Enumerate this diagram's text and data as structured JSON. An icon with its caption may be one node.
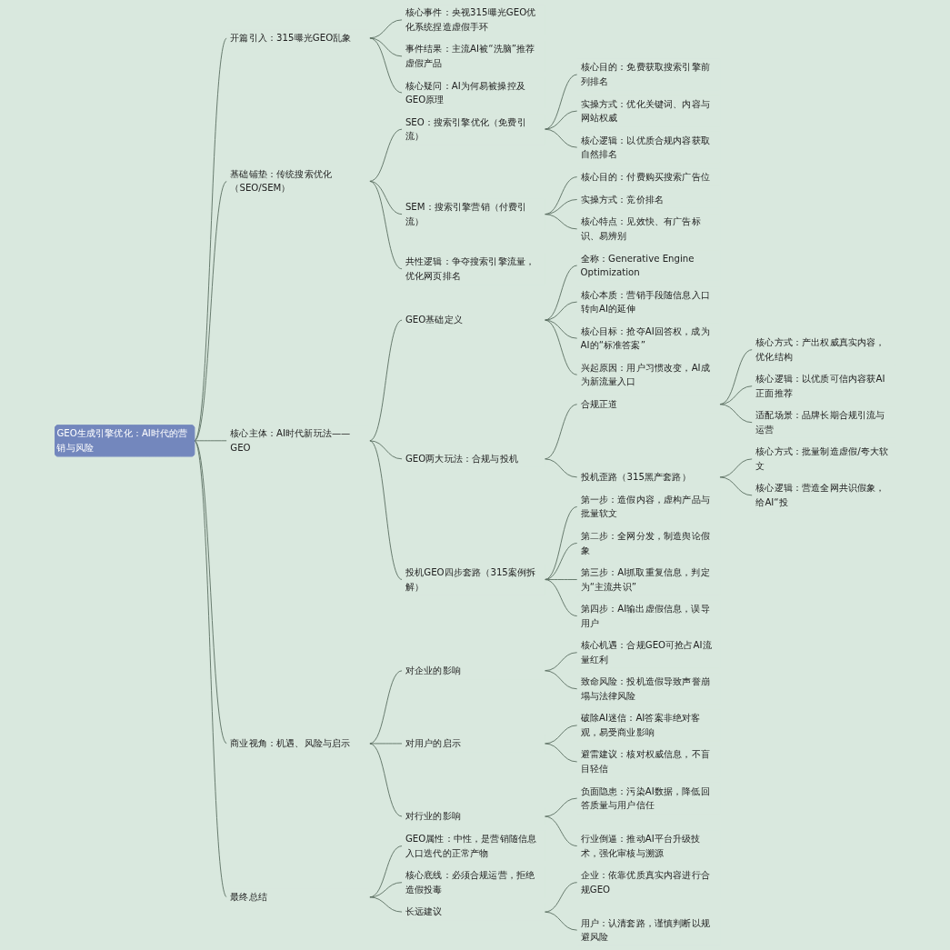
{
  "diagram": {
    "nodes": [
      {
        "text": [
          "GEO生成引擎优化：AI时代的营销与风险"
        ]
      },
      {
        "text": [
          "开篇引入：315曝光GEO乱象"
        ]
      },
      {
        "text": [
          "核心事件：央视315曝光GEO优化系统捏造虚假手环"
        ]
      },
      {
        "text": [
          "事件结果：主流AI被“洗脑”推荐虚假产品"
        ]
      },
      {
        "text": [
          "核心疑问：AI为何易被操控及GEO原理"
        ]
      },
      {
        "text": [
          "基础铺垫：传统搜索优化（SEO/SEM）"
        ]
      },
      {
        "text": [
          "SEO：搜索引擎优化（免费引流）"
        ]
      },
      {
        "text": [
          "核心目的：免费获取搜索引擎前列排名"
        ]
      },
      {
        "text": [
          "实操方式：优化关键词、内容与网站权威"
        ]
      },
      {
        "text": [
          "核心逻辑：以优质合规内容获取自然排名"
        ]
      },
      {
        "text": [
          "SEM：搜索引擎营销（付费引流）"
        ]
      },
      {
        "text": [
          "核心目的：付费购买搜索广告位"
        ]
      },
      {
        "text": [
          "实操方式：竞价排名"
        ]
      },
      {
        "text": [
          "核心特点：见效快、有广告标识、易辨别"
        ]
      },
      {
        "text": [
          "共性逻辑：争夺搜索引擎流量，优化网页排名"
        ]
      },
      {
        "text": [
          "核心主体：AI时代新玩法——GEO"
        ]
      },
      {
        "text": [
          "GEO基础定义"
        ]
      },
      {
        "text": [
          "全称：Generative Engine Optimization"
        ]
      },
      {
        "text": [
          "核心本质：营销手段随信息入口转向AI的延伸"
        ]
      },
      {
        "text": [
          "核心目标：抢夺AI回答权，成为AI的“标准答案”"
        ]
      },
      {
        "text": [
          "兴起原因：用户习惯改变，AI成为新流量入口"
        ]
      },
      {
        "text": [
          "GEO两大玩法：合规与投机"
        ]
      },
      {
        "text": [
          "合规正道"
        ]
      },
      {
        "text": [
          "核心方式：产出权威真实内容，优化结构"
        ]
      },
      {
        "text": [
          "核心逻辑：以优质可信内容获AI正面推荐"
        ]
      },
      {
        "text": [
          "适配场景：品牌长期合规引流与运营"
        ]
      },
      {
        "text": [
          "投机歪路（315黑产套路）"
        ]
      },
      {
        "text": [
          "核心方式：批量制造虚假/夸大软文"
        ]
      },
      {
        "text": [
          "核心逻辑：营造全网共识假象，给AI“投"
        ]
      },
      {
        "text": [
          "投机GEO四步套路（315案例拆解）"
        ]
      },
      {
        "text": [
          "第一步：造假内容，虚构产品与批量软文"
        ]
      },
      {
        "text": [
          "第二步：全网分发，制造舆论假象"
        ]
      },
      {
        "text": [
          "第三步：AI抓取重复信息，判定为“主流共识”"
        ]
      },
      {
        "text": [
          "第四步：AI输出虚假信息，误导用户"
        ]
      },
      {
        "text": [
          "商业视角：机遇、风险与启示"
        ]
      },
      {
        "text": [
          "对企业的影响"
        ]
      },
      {
        "text": [
          "核心机遇：合规GEO可抢占AI流量红利"
        ]
      },
      {
        "text": [
          "致命风险：投机造假导致声誉崩塌与法律风险"
        ]
      },
      {
        "text": [
          "对用户的启示"
        ]
      },
      {
        "text": [
          "破除AI迷信：AI答案非绝对客观，易受商业影响"
        ]
      },
      {
        "text": [
          "避雷建议：核对权威信息，不盲目轻信"
        ]
      },
      {
        "text": [
          "对行业的影响"
        ]
      },
      {
        "text": [
          "负面隐患：污染AI数据，降低回答质量与用户信任"
        ]
      },
      {
        "text": [
          "行业倒逼：推动AI平台升级技术，强化审核与溯源"
        ]
      },
      {
        "text": [
          "最终总结"
        ]
      },
      {
        "text": [
          "GEO属性：中性，是营销随信息入口迭代的正常产物"
        ]
      },
      {
        "text": [
          "核心底线：必须合规运营，拒绝造假投毒"
        ]
      },
      {
        "text": [
          "长远建议"
        ]
      },
      {
        "text": [
          "企业：依靠优质真实内容进行合规GEO"
        ]
      },
      {
        "text": [
          "用户：认清套路，谨慎判断以规避风险"
        ]
      }
    ],
    "edges": [
      {
        "from": 0,
        "to": 1,
        "arrow": "none"
      },
      {
        "from": 1,
        "to": 2,
        "arrow": "none"
      },
      {
        "from": 1,
        "to": 3,
        "arrow": "none"
      },
      {
        "from": 1,
        "to": 4,
        "arrow": "none"
      },
      {
        "from": 0,
        "to": 5,
        "arrow": "none"
      },
      {
        "from": 5,
        "to": 6,
        "arrow": "none"
      },
      {
        "from": 6,
        "to": 7,
        "arrow": "none"
      },
      {
        "from": 6,
        "to": 8,
        "arrow": "none"
      },
      {
        "from": 6,
        "to": 9,
        "arrow": "none"
      },
      {
        "from": 5,
        "to": 10,
        "arrow": "none"
      },
      {
        "from": 10,
        "to": 11,
        "arrow": "none"
      },
      {
        "from": 10,
        "to": 12,
        "arrow": "none"
      },
      {
        "from": 10,
        "to": 13,
        "arrow": "none"
      },
      {
        "from": 5,
        "to": 14,
        "arrow": "none"
      },
      {
        "from": 0,
        "to": 15,
        "arrow": "none"
      },
      {
        "from": 15,
        "to": 16,
        "arrow": "none"
      },
      {
        "from": 16,
        "to": 17,
        "arrow": "none"
      },
      {
        "from": 16,
        "to": 18,
        "arrow": "none"
      },
      {
        "from": 16,
        "to": 19,
        "arrow": "none"
      },
      {
        "from": 16,
        "to": 20,
        "arrow": "none"
      },
      {
        "from": 15,
        "to": 21,
        "arrow": "none"
      },
      {
        "from": 21,
        "to": 22,
        "arrow": "none"
      },
      {
        "from": 22,
        "to": 23,
        "arrow": "none"
      },
      {
        "from": 22,
        "to": 24,
        "arrow": "none"
      },
      {
        "from": 22,
        "to": 25,
        "arrow": "none"
      },
      {
        "from": 21,
        "to": 26,
        "arrow": "none"
      },
      {
        "from": 26,
        "to": 27,
        "arrow": "none"
      },
      {
        "from": 26,
        "to": 28,
        "arrow": "none"
      },
      {
        "from": 15,
        "to": 29,
        "arrow": "none"
      },
      {
        "from": 29,
        "to": 30,
        "arrow": "none"
      },
      {
        "from": 29,
        "to": 31,
        "arrow": "none"
      },
      {
        "from": 29,
        "to": 32,
        "arrow": "none"
      },
      {
        "from": 29,
        "to": 33,
        "arrow": "none"
      },
      {
        "from": 0,
        "to": 34,
        "arrow": "none"
      },
      {
        "from": 34,
        "to": 35,
        "arrow": "none"
      },
      {
        "from": 35,
        "to": 36,
        "arrow": "none"
      },
      {
        "from": 35,
        "to": 37,
        "arrow": "none"
      },
      {
        "from": 34,
        "to": 38,
        "arrow": "none"
      },
      {
        "from": 38,
        "to": 39,
        "arrow": "none"
      },
      {
        "from": 38,
        "to": 40,
        "arrow": "none"
      },
      {
        "from": 34,
        "to": 41,
        "arrow": "none"
      },
      {
        "from": 41,
        "to": 42,
        "arrow": "none"
      },
      {
        "from": 41,
        "to": 43,
        "arrow": "none"
      },
      {
        "from": 0,
        "to": 44,
        "arrow": "none"
      },
      {
        "from": 44,
        "to": 45,
        "arrow": "none"
      },
      {
        "from": 44,
        "to": 46,
        "arrow": "none"
      },
      {
        "from": 44,
        "to": 47,
        "arrow": "none"
      },
      {
        "from": 47,
        "to": 48,
        "arrow": "none"
      },
      {
        "from": 47,
        "to": 49,
        "arrow": "none"
      }
    ]
  }
}
